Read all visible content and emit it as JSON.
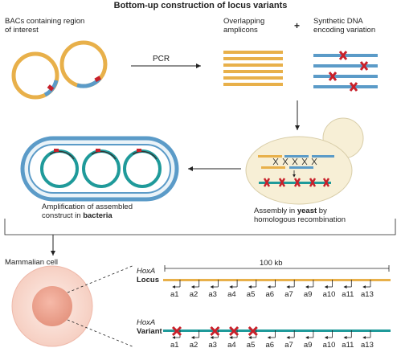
{
  "title": "Bottom-up construction of locus variants",
  "bacs": {
    "label_line1": "BACs containing region",
    "label_line2": "of interest"
  },
  "pcr_label": "PCR",
  "amplicons": {
    "label_line1": "Overlapping",
    "label_line2": "amplicons"
  },
  "plus": "+",
  "synthetic": {
    "label_line1": "Synthetic DNA",
    "label_line2": "encoding variation"
  },
  "bacteria": {
    "label_line1": "Amplification of assembled",
    "label_line2_prefix": "construct in ",
    "label_line2_bold": "bacteria"
  },
  "yeast": {
    "label_line1_prefix": "Assembly in ",
    "label_line1_bold": "yeast",
    "label_line1_suffix": " by",
    "label_line2": "homologous recombination"
  },
  "mammalian_label": "Mammalian cell",
  "scale_label": "100 kb",
  "locus": {
    "gene": "HoxA",
    "label": "Locus"
  },
  "variant": {
    "gene": "HoxA",
    "label": "Variant"
  },
  "genes": [
    "a1",
    "a2",
    "a3",
    "a4",
    "a5",
    "a6",
    "a7",
    "a9",
    "a10",
    "a11",
    "a13"
  ],
  "variant_mutated_genes": [
    "a1",
    "a3",
    "a4",
    "a5"
  ],
  "colors": {
    "bac_orange": "#e8b04a",
    "blue": "#5b9bc8",
    "teal": "#1f9a9a",
    "red": "#c8202a",
    "yeast_fill": "#f7efd6",
    "cell_outer": "#fbe3dc",
    "cell_nucleus": "#f0a898"
  }
}
